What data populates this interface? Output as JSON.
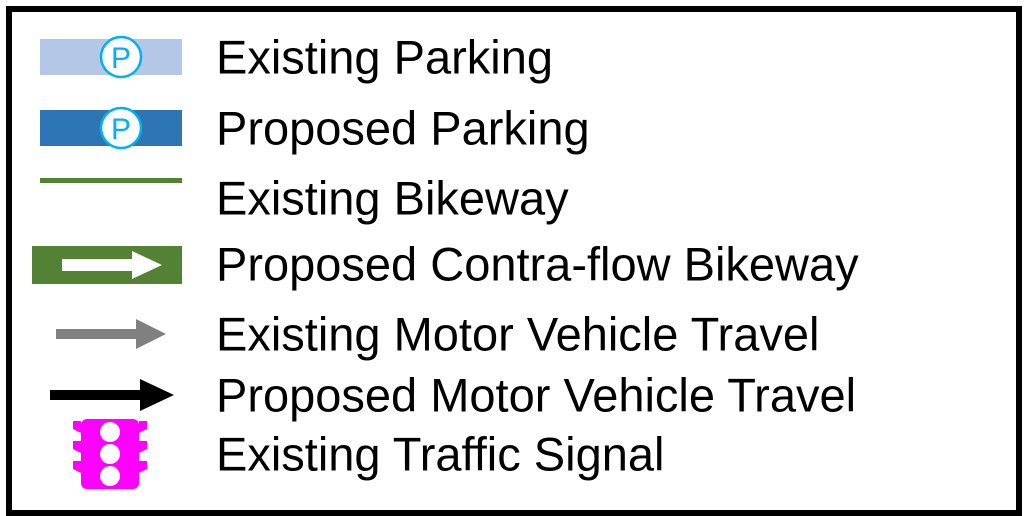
{
  "legend": {
    "items": [
      {
        "symbol": "existing-parking-icon",
        "label": "Existing Parking",
        "color": "#b4c7e7",
        "badge": "P",
        "badge_color": "#00b0f0"
      },
      {
        "symbol": "proposed-parking-icon",
        "label": "Proposed Parking",
        "color": "#2e75b6",
        "badge": "P",
        "badge_color": "#00b0f0"
      },
      {
        "symbol": "existing-bikeway-line-icon",
        "label": "Existing Bikeway",
        "color": "#548235"
      },
      {
        "symbol": "contra-flow-bikeway-arrow-icon",
        "label": "Proposed Contra-flow Bikeway",
        "color": "#548235"
      },
      {
        "symbol": "existing-travel-arrow-icon",
        "label": "Existing Motor Vehicle Travel",
        "color": "#808080"
      },
      {
        "symbol": "proposed-travel-arrow-icon",
        "label": "Proposed Motor Vehicle Travel",
        "color": "#000000"
      },
      {
        "symbol": "traffic-signal-icon",
        "label": "Existing Traffic Signal",
        "color": "#ff00ff"
      }
    ]
  }
}
